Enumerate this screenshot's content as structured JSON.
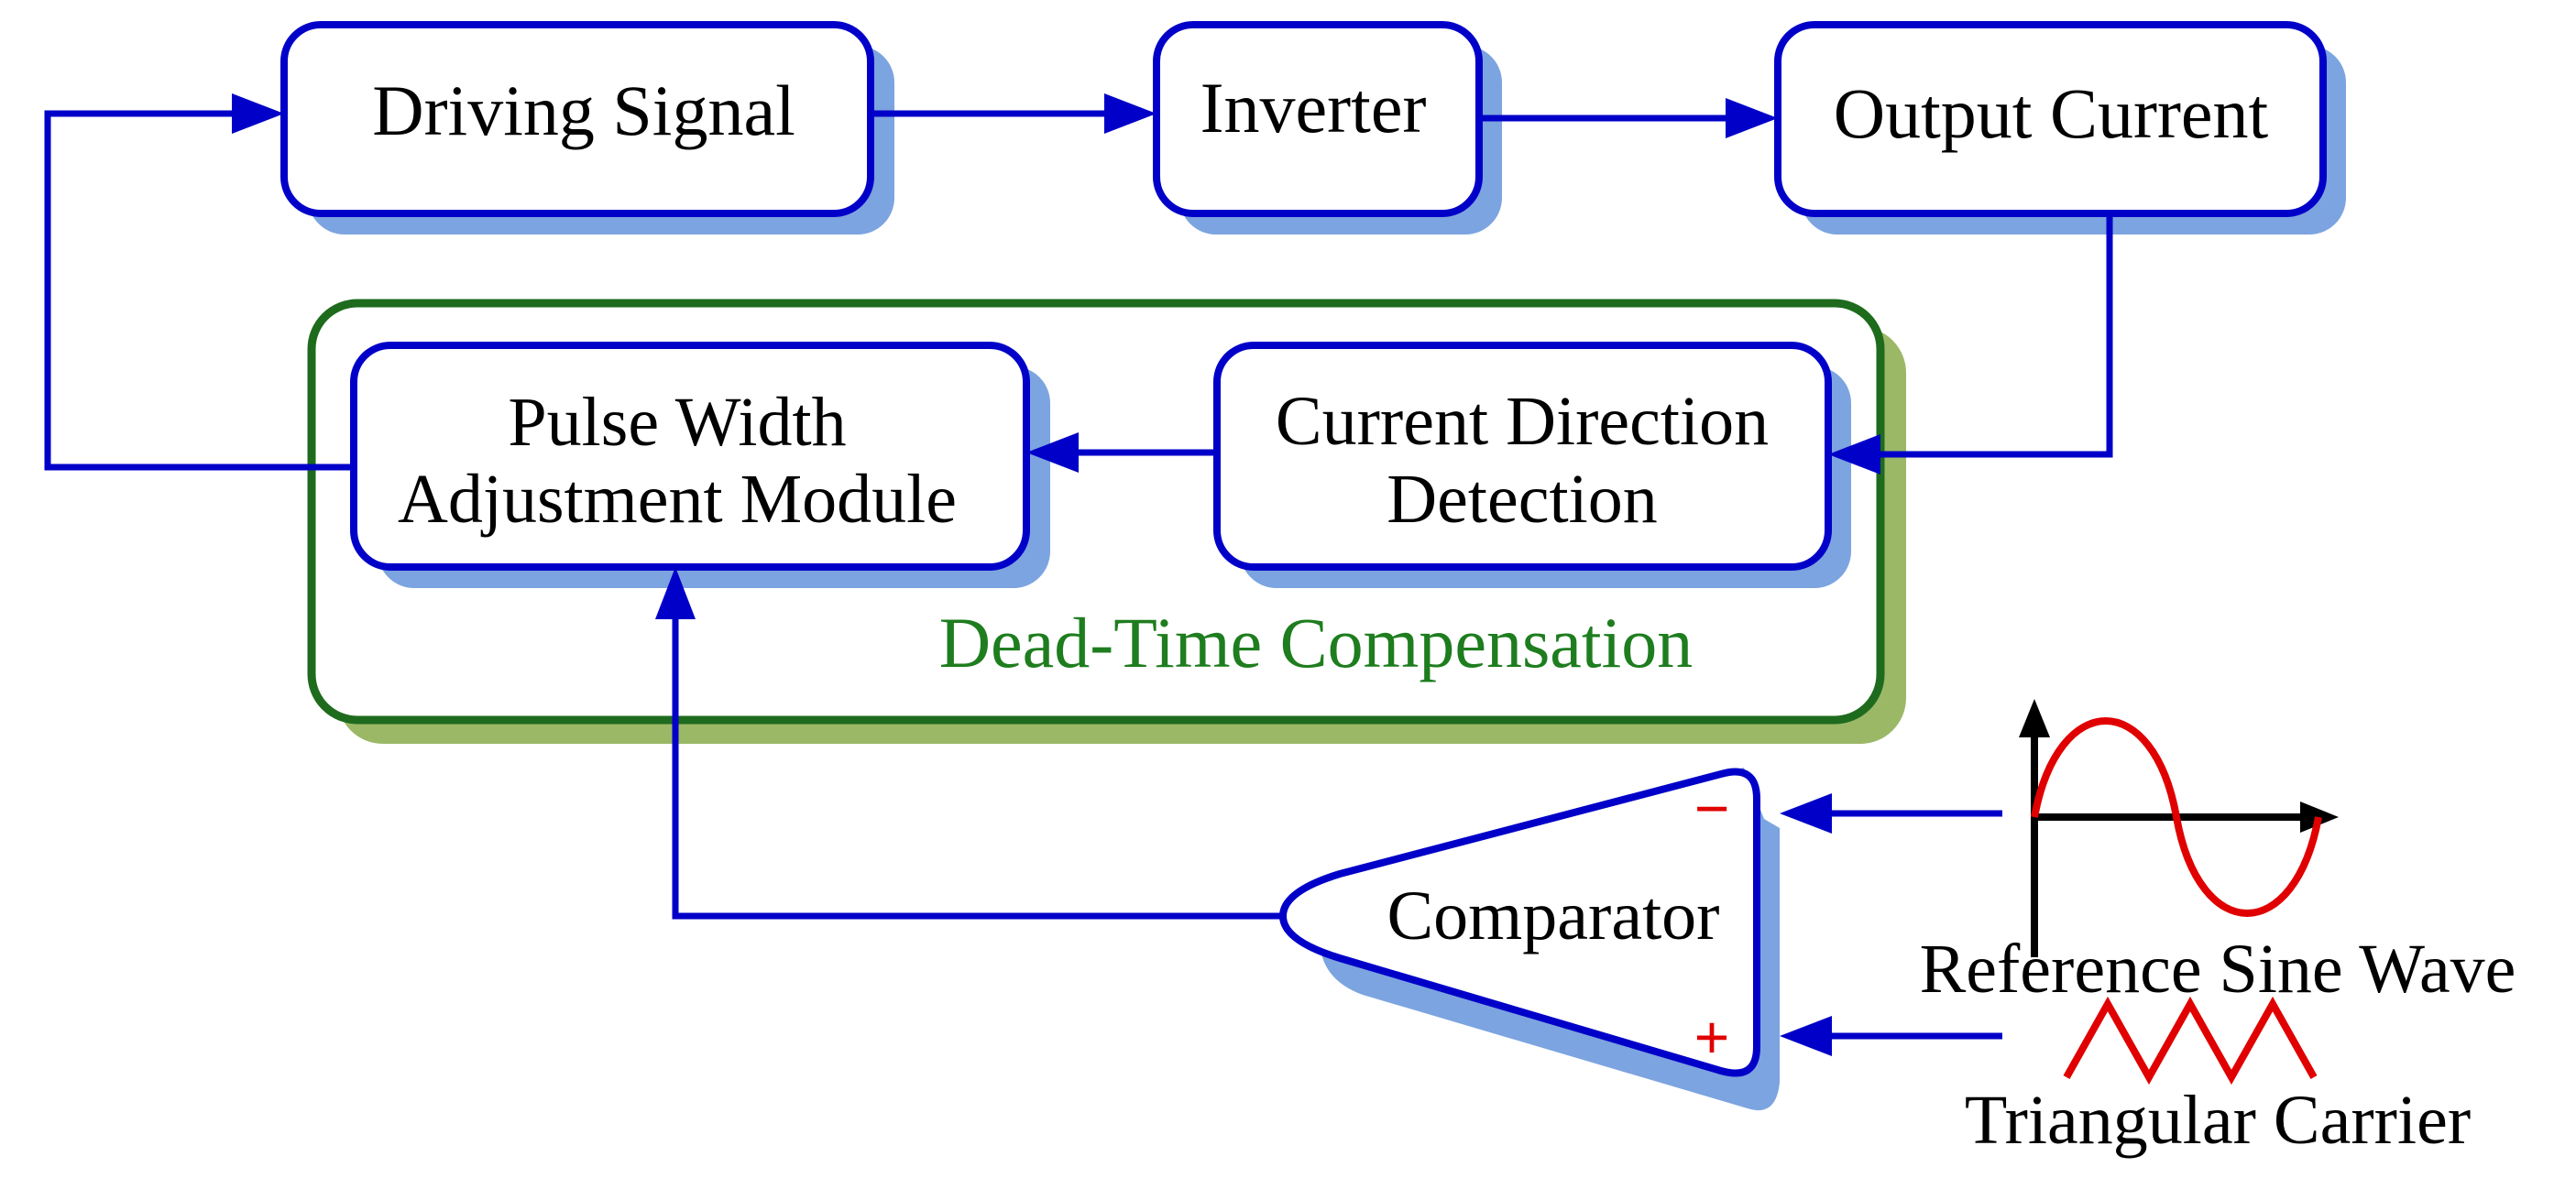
{
  "blocks": {
    "driving_signal": "Driving Signal",
    "inverter": "Inverter",
    "output_current": "Output Current",
    "pulse_width_line1": "Pulse Width",
    "pulse_width_line2": "Adjustment Module",
    "current_direction_line1": "Current Direction",
    "current_direction_line2": "Detection",
    "dead_time_group": "Dead-Time Compensation",
    "comparator": "Comparator"
  },
  "signals": {
    "reference_sine_wave": "Reference Sine Wave",
    "triangular_carrier": "Triangular Carrier",
    "minus_sign": "−",
    "plus_sign": "+"
  },
  "colors": {
    "block_border": "#0000c8",
    "block_shadow": "#7ca4e0",
    "group_border": "#1e6b1e",
    "group_shadow": "#9bb866",
    "group_text": "#1e7d1e",
    "waveform": "#e00000"
  }
}
